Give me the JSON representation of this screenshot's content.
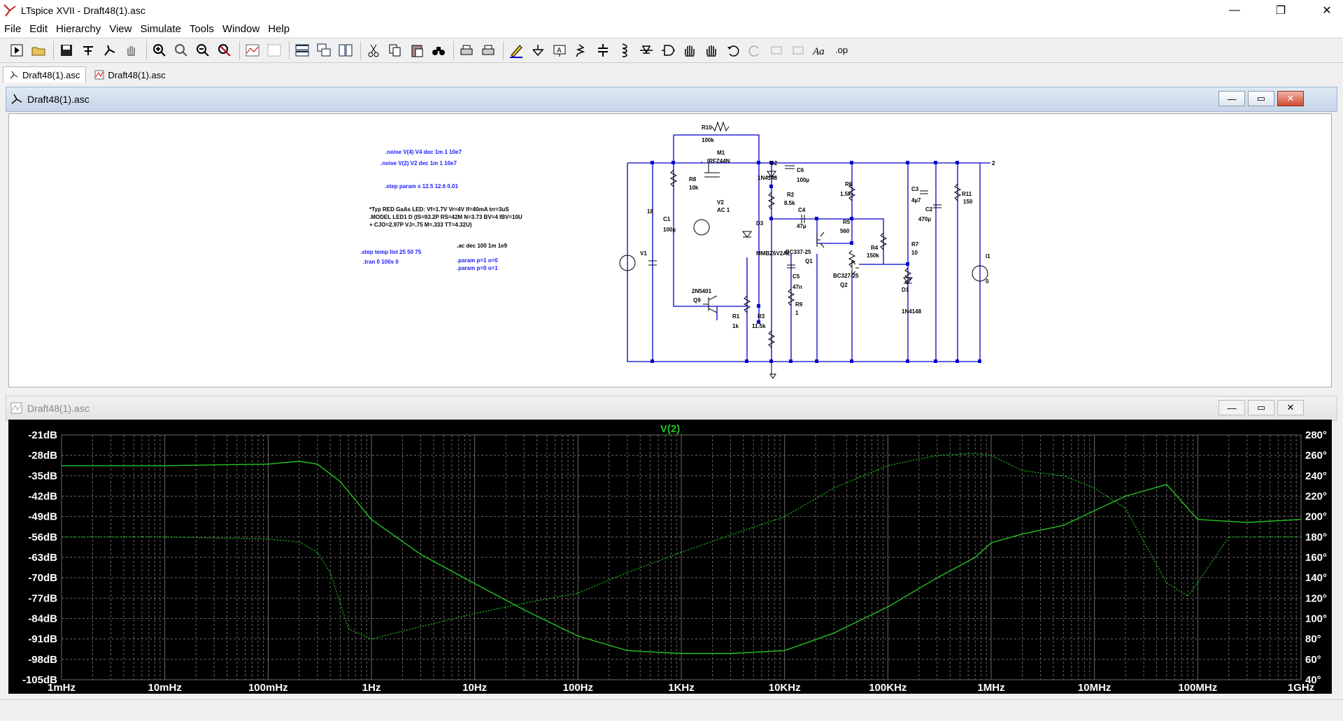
{
  "window": {
    "title": "LTspice XVII - Draft48(1).asc"
  },
  "menu": [
    "File",
    "Edit",
    "Hierarchy",
    "View",
    "Simulate",
    "Tools",
    "Window",
    "Help"
  ],
  "tabs": [
    {
      "label": "Draft48(1).asc",
      "icon": "schematic-icon",
      "active": true
    },
    {
      "label": "Draft48(1).asc",
      "icon": "waveform-icon",
      "active": false
    }
  ],
  "schematic_window": {
    "title": "Draft48(1).asc"
  },
  "plot_window": {
    "title": "Draft48(1).asc"
  },
  "directives": {
    "noise1": ".noise V(4) V4 dec 1m 1 10e7",
    "noise2": ".noise V(2) V2 dec 1m 1 10e7",
    "step_param": ".step param x 12.5 12.6 0.01",
    "model1": "*Typ RED GaAs LED: Vf=1.7V Vr=4V If=40mA trr=3uS",
    "model2": ".MODEL LED1 D (IS=93.2P RS=42M N=3.73 BV=4 IBV=10U",
    "model3": "+ CJO=2.97P VJ=.75 M=.333 TT=4.32U)",
    "ac": ".ac dec 100 1m 1e9",
    "step_temp": ".step temp list 25 50 75",
    "tran": ".tran 0 100s 0",
    "param1": ".param p=1 o=0",
    "param2": ".param p=0 o=1"
  },
  "components": {
    "R10": {
      "name": "R10",
      "value": "100k"
    },
    "M1": {
      "name": "M1",
      "value": "IRFZ44N"
    },
    "D2": {
      "name": "D2",
      "value": "1N4148"
    },
    "C6": {
      "name": "C6",
      "value": "100µ"
    },
    "R8": {
      "name": "R8",
      "value": "10k"
    },
    "V2": {
      "name": "V2",
      "value": "AC 1"
    },
    "R2": {
      "name": "R2",
      "value": "8.5k"
    },
    "C4": {
      "name": "C4",
      "value": "47µ"
    },
    "R6": {
      "name": "R6",
      "value": "1.5k"
    },
    "C3": {
      "name": "C3",
      "value": "4µ7"
    },
    "R11": {
      "name": "R11",
      "value": "150"
    },
    "C2": {
      "name": "C2",
      "value": "470µ"
    },
    "V1": {
      "name": "V1",
      "value": "18"
    },
    "C1": {
      "name": "C1",
      "value": "100µ"
    },
    "D3": {
      "name": "D3",
      "value": "MMBZ6V2AL"
    },
    "R5": {
      "name": "R5",
      "value": "560"
    },
    "Q1": {
      "name": "Q1",
      "value": "BC337-25"
    },
    "R4": {
      "name": "R4",
      "value": "150k"
    },
    "R7": {
      "name": "R7",
      "value": "10"
    },
    "I1": {
      "name": "I1",
      "value": "0"
    },
    "C5": {
      "name": "C5",
      "value": "47n"
    },
    "Q2": {
      "name": "Q2",
      "value": "BC327-25"
    },
    "D1": {
      "name": "D1",
      "value": "1N4148"
    },
    "Q9": {
      "name": "Q9",
      "value": "2N5401"
    },
    "R9": {
      "name": "R9",
      "value": "1"
    },
    "R1": {
      "name": "R1",
      "value": "1k"
    },
    "R3": {
      "name": "R3",
      "value": "11.5k"
    },
    "node2": "2"
  },
  "chart_data": {
    "type": "line",
    "title": "V(2)",
    "x_scale": "log",
    "xlim": [
      0.001,
      1000000000
    ],
    "x_ticks": [
      "1mHz",
      "10mHz",
      "100mHz",
      "1Hz",
      "10Hz",
      "100Hz",
      "1KHz",
      "10KHz",
      "100KHz",
      "1MHz",
      "10MHz",
      "100MHz",
      "1GHz"
    ],
    "y_left_ticks": [
      "-21dB",
      "-28dB",
      "-35dB",
      "-42dB",
      "-49dB",
      "-56dB",
      "-63dB",
      "-70dB",
      "-77dB",
      "-84dB",
      "-91dB",
      "-98dB",
      "-105dB"
    ],
    "y_left_lim": [
      -105,
      -21
    ],
    "y_right_ticks": [
      "280°",
      "260°",
      "240°",
      "220°",
      "200°",
      "180°",
      "160°",
      "140°",
      "120°",
      "100°",
      "80°",
      "60°",
      "40°"
    ],
    "y_right_lim": [
      40,
      280
    ],
    "grid": true,
    "colors": {
      "trace": "#22c322",
      "grid": "#6a6a6a",
      "axis_text": "#ffffff",
      "title": "#22c322"
    },
    "series": [
      {
        "kind": "magnitude_dB",
        "x": [
          0.001,
          0.01,
          0.1,
          0.2,
          0.3,
          0.5,
          1,
          3,
          10,
          30,
          100,
          300,
          1000,
          3000,
          10000,
          30000,
          100000,
          300000,
          700000,
          1000000,
          2000000,
          5000000,
          10000000,
          20000000,
          50000000,
          100000000,
          300000000,
          1000000000
        ],
        "values": [
          -31.5,
          -31.5,
          -31,
          -30,
          -31,
          -37,
          -50,
          -62,
          -72,
          -81,
          -90,
          -95,
          -96,
          -96,
          -95,
          -89,
          -80,
          -70,
          -63,
          -58,
          -55,
          -52,
          -47,
          -42,
          -38,
          -50,
          -51,
          -50
        ]
      },
      {
        "kind": "phase_deg",
        "x": [
          0.001,
          0.01,
          0.1,
          0.2,
          0.3,
          0.4,
          0.6,
          1,
          3,
          10,
          30,
          100,
          300,
          1000,
          3000,
          10000,
          30000,
          100000,
          300000,
          700000,
          1000000,
          2000000,
          5000000,
          10000000,
          20000000,
          50000000,
          80000000,
          100000000,
          200000000,
          1000000000
        ],
        "values": [
          180,
          180,
          178,
          175,
          165,
          145,
          90,
          80,
          92,
          105,
          115,
          125,
          145,
          165,
          182,
          200,
          228,
          250,
          260,
          262,
          260,
          245,
          240,
          228,
          208,
          135,
          122,
          135,
          180,
          180
        ]
      }
    ]
  }
}
